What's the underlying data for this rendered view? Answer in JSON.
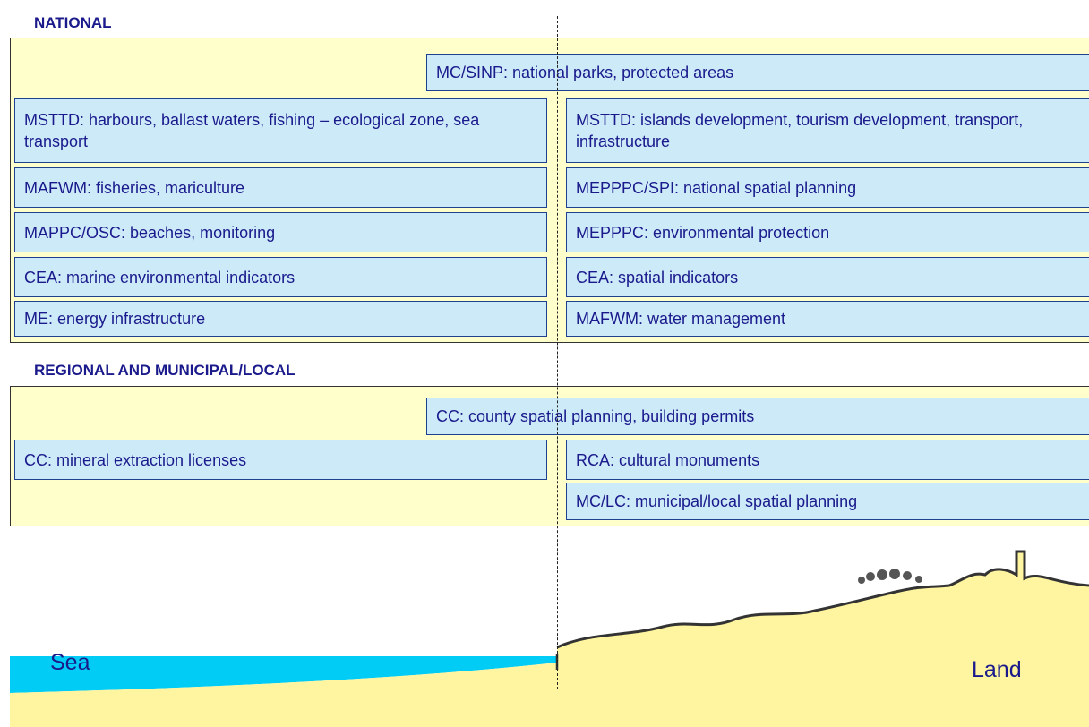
{
  "national": {
    "heading": "NATIONAL",
    "top_box": "MC/SINP: national parks, protected areas",
    "left_boxes": [
      "MSTTD: harbours, ballast waters, fishing – ecological zone, sea transport",
      "MAFWM: fisheries, mariculture",
      "MAPPC/OSC: beaches, monitoring",
      "CEA: marine environmental indicators",
      "ME: energy infrastructure"
    ],
    "right_boxes": [
      "MSTTD: islands development, tourism development, transport, infrastructure",
      "MEPPPC/SPI: national spatial planning",
      "MEPPPC: environmental protection",
      "CEA: spatial indicators",
      "MAFWM: water management"
    ]
  },
  "regional": {
    "heading": "REGIONAL AND MUNICIPAL/LOCAL",
    "top_box": "CC: county spatial planning, building permits",
    "left_boxes": [
      "CC: mineral extraction licenses"
    ],
    "right_boxes": [
      "RCA: cultural monuments",
      "MC/LC: municipal/local spatial planning"
    ]
  },
  "scene": {
    "sea_label": "Sea",
    "land_label": "Land",
    "colors": {
      "sea": "#00ccf5",
      "land": "#fff5a0",
      "panel": "#ffffcc",
      "box": "#cdeaf9",
      "text": "#1a1a8c"
    }
  }
}
